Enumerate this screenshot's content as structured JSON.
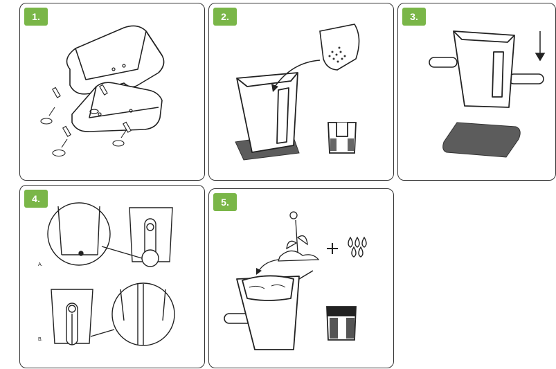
{
  "accent_color": "#7ab648",
  "steps": [
    {
      "label": "1."
    },
    {
      "label": "2."
    },
    {
      "label": "3."
    },
    {
      "label": "4.",
      "sub_a": "A.",
      "sub_b": "B."
    },
    {
      "label": "5."
    }
  ],
  "icons": [
    "screw-icon",
    "soil-bag-icon",
    "arrow-down-icon",
    "flower-icon",
    "water-drops-icon",
    "plus-icon"
  ]
}
